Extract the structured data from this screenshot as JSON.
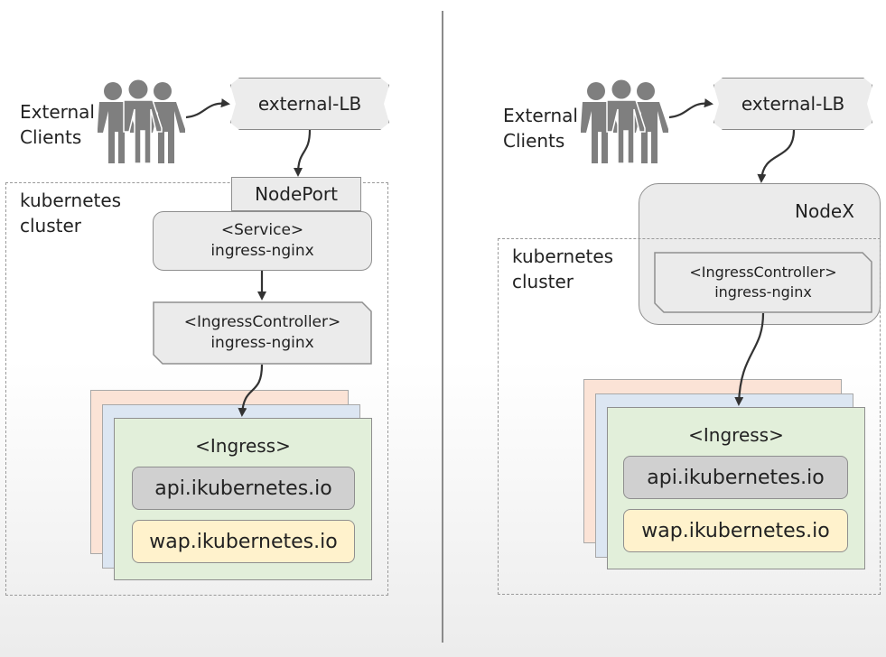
{
  "left": {
    "external_clients": [
      "External",
      "Clients"
    ],
    "external_lb": "external-LB",
    "cluster_label": [
      "kubernetes",
      "cluster"
    ],
    "nodeport": "NodePort",
    "service": [
      "<Service>",
      "ingress-nginx"
    ],
    "ingress_controller": [
      "<IngressController>",
      "ingress-nginx"
    ],
    "ingress": {
      "title": "<Ingress>",
      "hosts": [
        "api.ikubernetes.io",
        "wap.ikubernetes.io"
      ]
    }
  },
  "right": {
    "external_clients": [
      "External",
      "Clients"
    ],
    "external_lb": "external-LB",
    "nodex": "NodeX",
    "cluster_label": [
      "kubernetes",
      "cluster"
    ],
    "ingress_controller": [
      "<IngressController>",
      "ingress-nginx"
    ],
    "ingress": {
      "title": "<Ingress>",
      "hosts": [
        "api.ikubernetes.io",
        "wap.ikubernetes.io"
      ]
    }
  },
  "colors": {
    "box_fill": "#ebebeb",
    "people": "#7f7f7f",
    "ingress_green": "#e2efda",
    "sheet_orange": "#fbe3d6",
    "sheet_blue": "#dce6f2",
    "host_api": "#d0d0d0",
    "host_wap": "#fff2cc"
  },
  "icons": [
    "people-icon",
    "arrow-connector"
  ]
}
